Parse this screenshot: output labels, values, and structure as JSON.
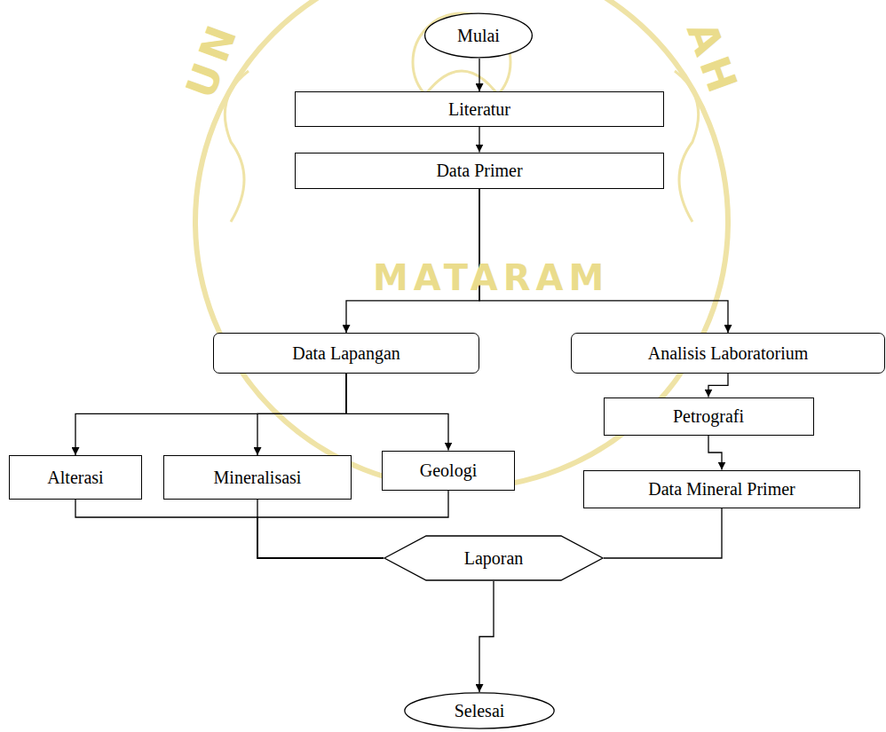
{
  "diagram": {
    "nodes": [
      {
        "text": [
          "Mulai"
        ]
      },
      {
        "text": [
          "Literatur"
        ]
      },
      {
        "text": [
          "Data Primer"
        ]
      },
      {
        "text": [
          "Data Lapangan"
        ]
      },
      {
        "text": [
          "Analisis Laboratorium"
        ]
      },
      {
        "text": [
          "Alterasi"
        ]
      },
      {
        "text": [
          "Mineralisasi"
        ]
      },
      {
        "text": [
          "Geologi"
        ]
      },
      {
        "text": [
          "Petrografi"
        ]
      },
      {
        "text": [
          "Data Mineral Primer"
        ]
      },
      {
        "text": [
          "Laporan"
        ]
      },
      {
        "text": [
          "Selesai"
        ]
      }
    ],
    "edges": [
      {
        "from": 0,
        "to": 1,
        "arrow": "to"
      },
      {
        "from": 1,
        "to": 2,
        "arrow": "to"
      },
      {
        "from": 2,
        "to": 3,
        "arrow": "to"
      },
      {
        "from": 2,
        "to": 4,
        "arrow": "to"
      },
      {
        "from": 3,
        "to": 5,
        "arrow": "to"
      },
      {
        "from": 3,
        "to": 6,
        "arrow": "to"
      },
      {
        "from": 3,
        "to": 7,
        "arrow": "to"
      },
      {
        "from": 4,
        "to": 8,
        "arrow": "to"
      },
      {
        "from": 8,
        "to": 9,
        "arrow": "to"
      },
      {
        "from": 5,
        "to": 10,
        "arrow": "none"
      },
      {
        "from": 6,
        "to": 10,
        "arrow": "none"
      },
      {
        "from": 7,
        "to": 10,
        "arrow": "none"
      },
      {
        "from": 9,
        "to": 10,
        "arrow": "none"
      },
      {
        "from": 10,
        "to": 11,
        "arrow": "to"
      }
    ],
    "labels": [
      "UN",
      "AH",
      "MATARAM"
    ]
  }
}
